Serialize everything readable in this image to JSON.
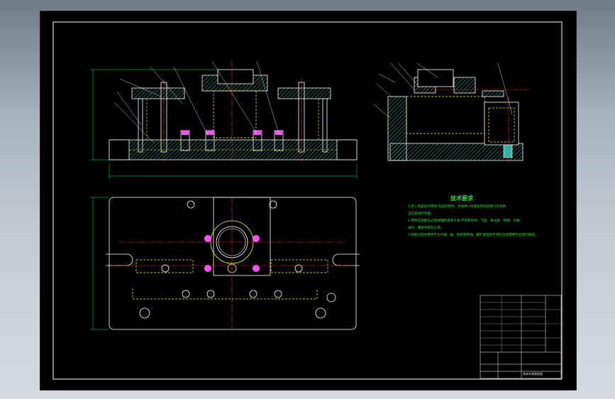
{
  "drawing": {
    "technical_requirements": {
      "title": "技术要求",
      "lines": [
        "1.装入装配前的零件(包括外购件、外协件),均须具有检验部门的合格",
        "证方能进行装配。",
        "2.零件在装配前必须清理和清洗干净,不得有毛刺、飞边、氧化皮、锈蚀、切屑、",
        "油污、着色剂和灰尘等。",
        "3.装配过程中零件不允许磕、碰、划伤和锈蚀。螺钉紧固时严禁打击或使用不合适的旋具。"
      ]
    },
    "title_block": {
      "drawing_name": "铣床夹具装配图"
    },
    "colors": {
      "background": "#000000",
      "outline": "#ffffff",
      "hatch": "#2fb8a6",
      "centerline": "#ff3030",
      "hidden": "#ffff00",
      "dimension": "#00e85a",
      "bolt": "#ff4fff",
      "requirements_text": "#2fdc39"
    }
  }
}
